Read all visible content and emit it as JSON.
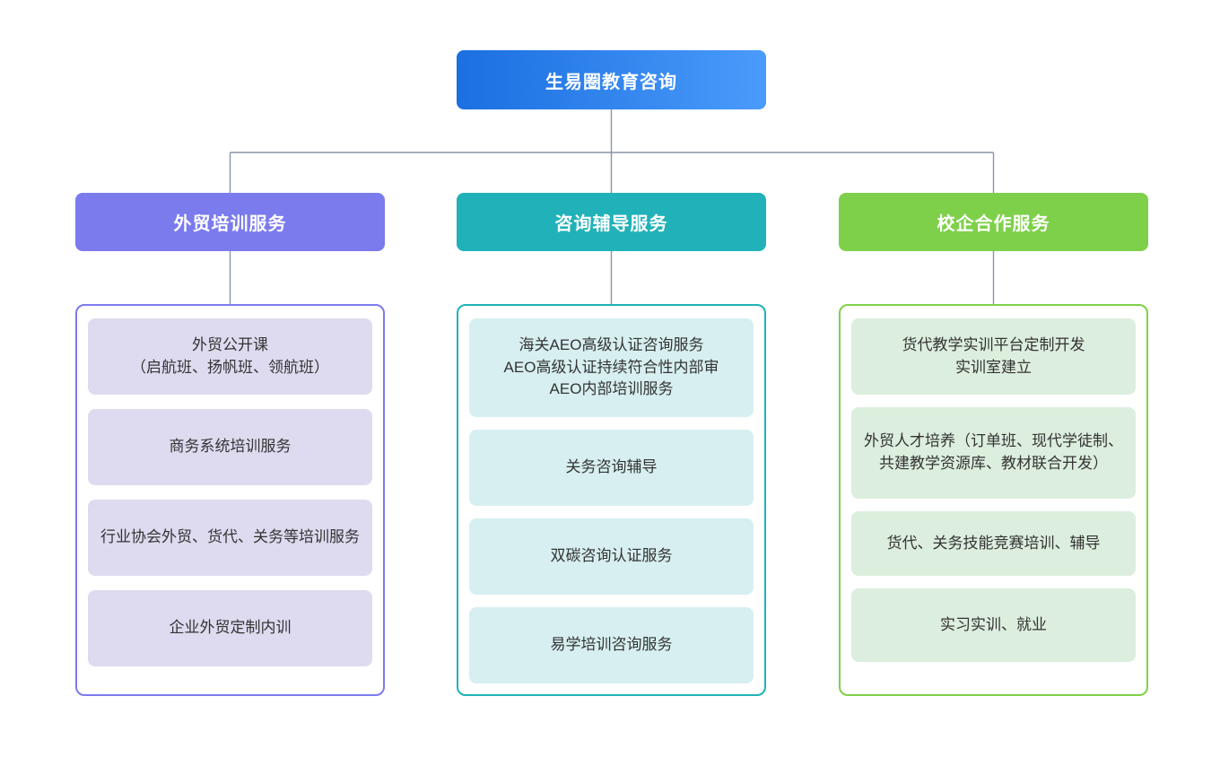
{
  "diagram": {
    "type": "organization-tree",
    "orientation": "top-down",
    "root": {
      "label": "生易圈教育咨询",
      "gradient_from": "#1b6fe0",
      "gradient_to": "#4a9bfb"
    },
    "connector_color": "#8a94a6",
    "branches": [
      {
        "label": "外贸培训服务",
        "header_color": "#7b7bee",
        "panel_border_color": "#7b7bee",
        "card_color": "#dedbf0",
        "items": [
          "外贸公开课\n（启航班、扬帆班、领航班）",
          "商务系统培训服务",
          "行业协会外贸、货代、关务等培训服务",
          "企业外贸定制内训"
        ]
      },
      {
        "label": "咨询辅导服务",
        "header_color": "#20b2b8",
        "panel_border_color": "#20b2b8",
        "card_color": "#d7eff0",
        "items": [
          "海关AEO高级认证咨询服务\nAEO高级认证持续符合性内部审\nAEO内部培训服务",
          "关务咨询辅导",
          "双碳咨询认证服务",
          "易学培训咨询服务"
        ]
      },
      {
        "label": "校企合作服务",
        "header_color": "#7ed04a",
        "panel_border_color": "#7ed04a",
        "card_color": "#dceedd",
        "items": [
          "货代教学实训平台定制开发\n实训室建立",
          "外贸人才培养（订单班、现代学徒制、共建教学资源库、教材联合开发）",
          "货代、关务技能竞赛培训、辅导",
          "实习实训、就业"
        ]
      }
    ]
  }
}
